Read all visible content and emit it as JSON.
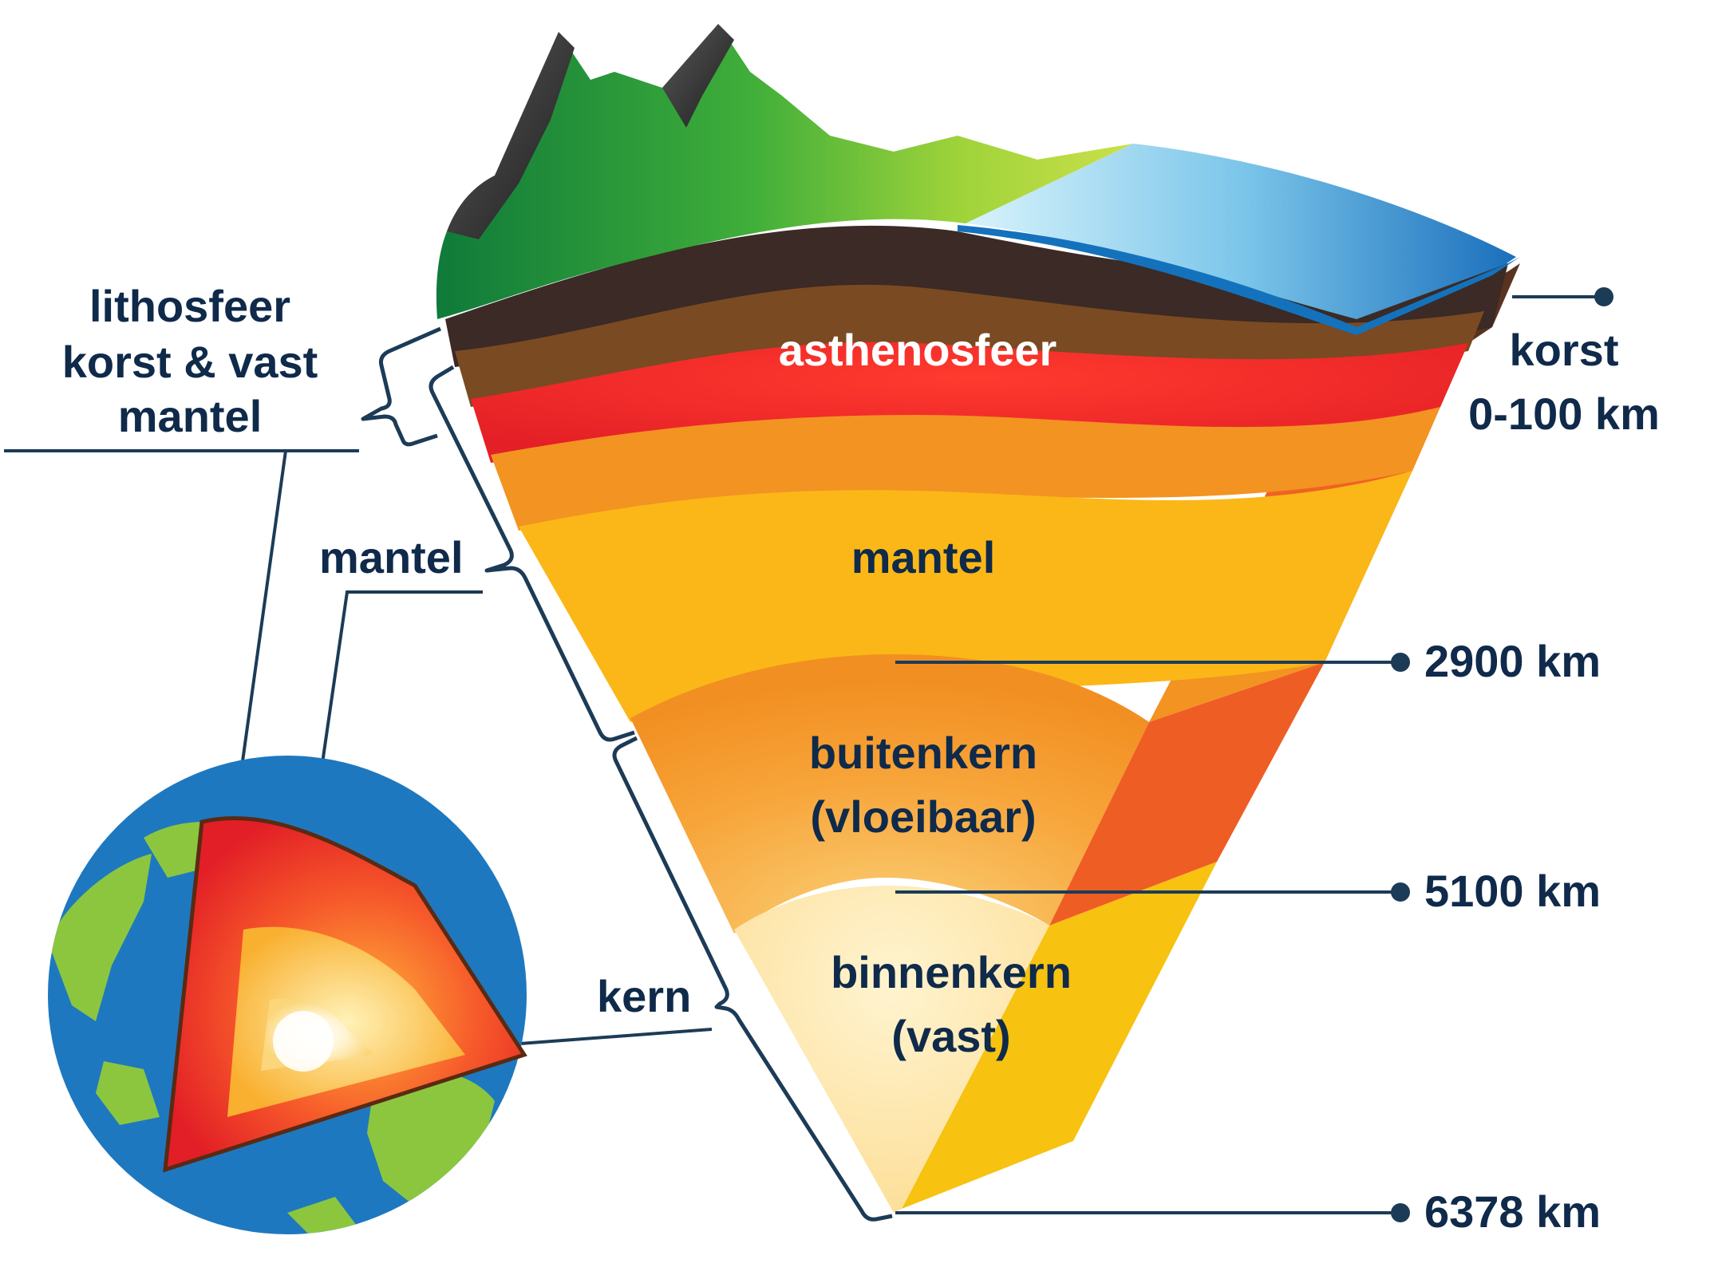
{
  "labels": {
    "lithosphere_line1": "lithosfeer",
    "lithosphere_line2": "korst & vast",
    "lithosphere_line3": "mantel",
    "mantle_left": "mantel",
    "core_left": "kern",
    "asthenosphere": "asthenosfeer",
    "mantle_center": "mantel",
    "outer_core_line1": "buitenkern",
    "outer_core_line2": "(vloeibaar)",
    "inner_core_line1": "binnenkern",
    "inner_core_line2": "(vast)",
    "crust_line1": "korst",
    "crust_line2": "0-100 km",
    "depth_2900": "2900 km",
    "depth_5100": "5100 km",
    "depth_6378": "6378 km"
  },
  "colors": {
    "text": "#0f2a4a",
    "leader": "#1c3b57",
    "crust_dark": "#3b2a25",
    "crust_brown": "#7a4a22",
    "asthenosphere_red": "#e8262a",
    "upper_mantle_orange": "#f39322",
    "mantle_yellow": "#fbb717",
    "outer_core_orange": "#f5a02a",
    "inner_core_light": "#fde5a3",
    "side_red": "#c1272d",
    "side_orange": "#ee6323",
    "side_yellow": "#f7c210",
    "ocean_blue": "#1976c0",
    "land_green": "#3aa935",
    "globe_blue": "#1e78bf",
    "globe_green": "#8cc63f"
  }
}
